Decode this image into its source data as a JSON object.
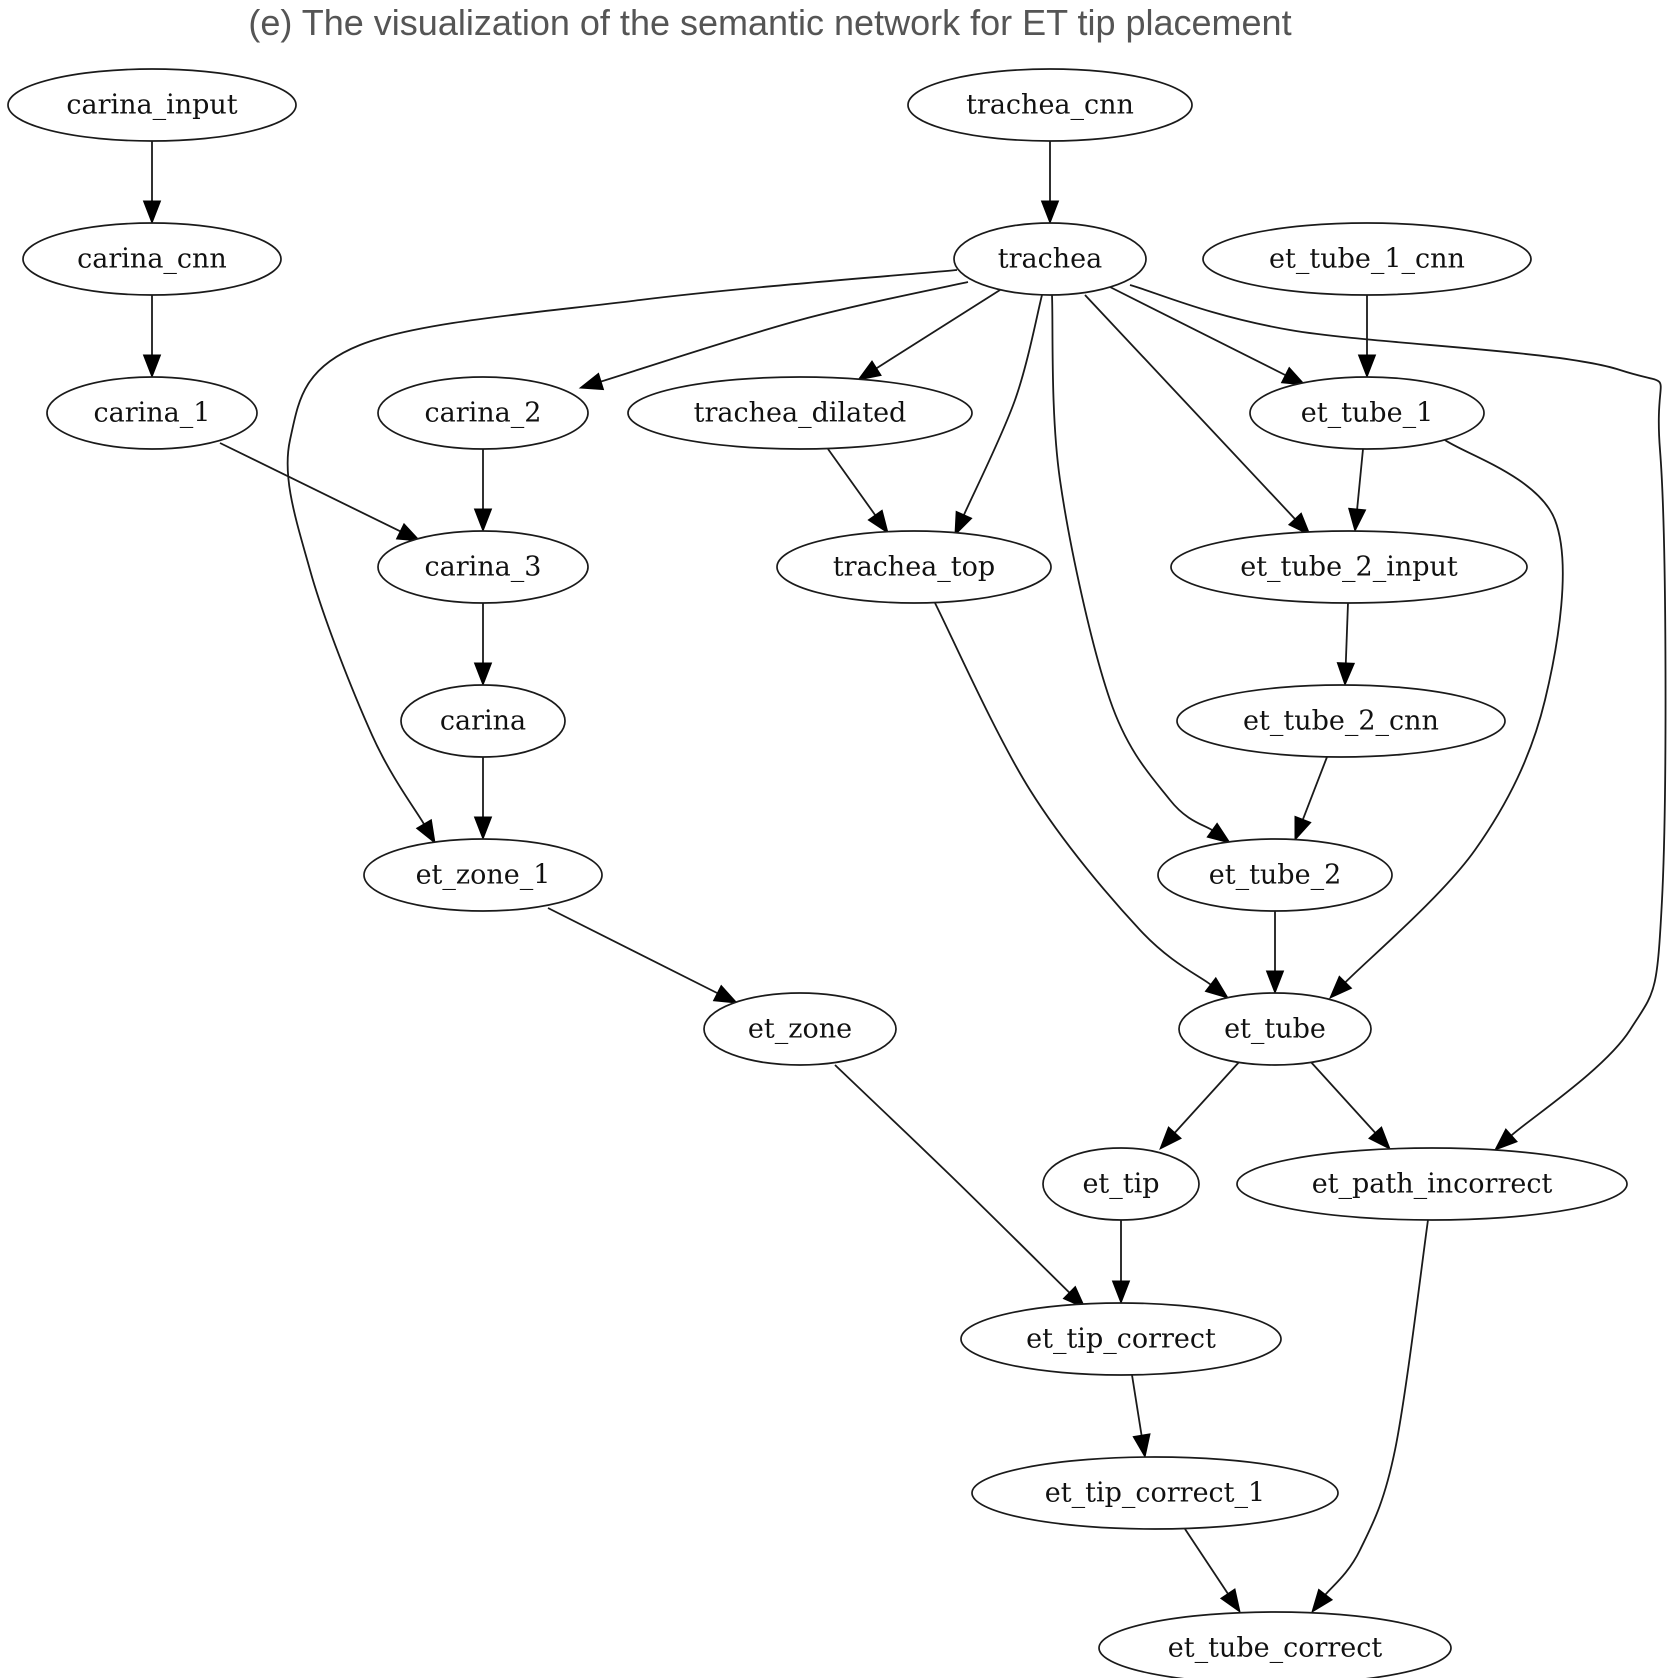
{
  "title": "(e) The visualization of the semantic network for ET tip placement",
  "colors": {
    "title": "#555555",
    "stroke": "#1a1a1a",
    "fill": "#ffffff"
  },
  "nodes": [
    {
      "id": "carina_input",
      "label": "carina_input"
    },
    {
      "id": "carina_cnn",
      "label": "carina_cnn"
    },
    {
      "id": "carina_1",
      "label": "carina_1"
    },
    {
      "id": "carina_2",
      "label": "carina_2"
    },
    {
      "id": "carina_3",
      "label": "carina_3"
    },
    {
      "id": "carina",
      "label": "carina"
    },
    {
      "id": "et_zone_1",
      "label": "et_zone_1"
    },
    {
      "id": "et_zone",
      "label": "et_zone"
    },
    {
      "id": "trachea_cnn",
      "label": "trachea_cnn"
    },
    {
      "id": "trachea",
      "label": "trachea"
    },
    {
      "id": "trachea_dilated",
      "label": "trachea_dilated"
    },
    {
      "id": "trachea_top",
      "label": "trachea_top"
    },
    {
      "id": "et_tube_1_cnn",
      "label": "et_tube_1_cnn"
    },
    {
      "id": "et_tube_1",
      "label": "et_tube_1"
    },
    {
      "id": "et_tube_2_input",
      "label": "et_tube_2_input"
    },
    {
      "id": "et_tube_2_cnn",
      "label": "et_tube_2_cnn"
    },
    {
      "id": "et_tube_2",
      "label": "et_tube_2"
    },
    {
      "id": "et_tube",
      "label": "et_tube"
    },
    {
      "id": "et_tip",
      "label": "et_tip"
    },
    {
      "id": "et_path_incorrect",
      "label": "et_path_incorrect"
    },
    {
      "id": "et_tip_correct",
      "label": "et_tip_correct"
    },
    {
      "id": "et_tip_correct_1",
      "label": "et_tip_correct_1"
    },
    {
      "id": "et_tube_correct",
      "label": "et_tube_correct"
    }
  ],
  "edges": [
    {
      "from": "carina_input",
      "to": "carina_cnn"
    },
    {
      "from": "carina_cnn",
      "to": "carina_1"
    },
    {
      "from": "carina_1",
      "to": "carina_3"
    },
    {
      "from": "carina_2",
      "to": "carina_3"
    },
    {
      "from": "carina_3",
      "to": "carina"
    },
    {
      "from": "carina",
      "to": "et_zone_1"
    },
    {
      "from": "et_zone_1",
      "to": "et_zone"
    },
    {
      "from": "et_zone",
      "to": "et_tip_correct"
    },
    {
      "from": "trachea_cnn",
      "to": "trachea"
    },
    {
      "from": "trachea",
      "to": "et_zone_1"
    },
    {
      "from": "trachea",
      "to": "carina_2"
    },
    {
      "from": "trachea",
      "to": "trachea_dilated"
    },
    {
      "from": "trachea",
      "to": "trachea_top"
    },
    {
      "from": "trachea",
      "to": "et_tube_2"
    },
    {
      "from": "trachea",
      "to": "et_tube_2_input"
    },
    {
      "from": "trachea",
      "to": "et_tube_1"
    },
    {
      "from": "trachea",
      "to": "et_path_incorrect"
    },
    {
      "from": "trachea_dilated",
      "to": "trachea_top"
    },
    {
      "from": "trachea_top",
      "to": "et_tube"
    },
    {
      "from": "et_tube_1_cnn",
      "to": "et_tube_1"
    },
    {
      "from": "et_tube_1",
      "to": "et_tube_2_input"
    },
    {
      "from": "et_tube_1",
      "to": "et_tube"
    },
    {
      "from": "et_tube_2_input",
      "to": "et_tube_2_cnn"
    },
    {
      "from": "et_tube_2_cnn",
      "to": "et_tube_2"
    },
    {
      "from": "et_tube_2",
      "to": "et_tube"
    },
    {
      "from": "et_tube",
      "to": "et_tip"
    },
    {
      "from": "et_tube",
      "to": "et_path_incorrect"
    },
    {
      "from": "et_tip",
      "to": "et_tip_correct"
    },
    {
      "from": "et_tip_correct",
      "to": "et_tip_correct_1"
    },
    {
      "from": "et_tip_correct_1",
      "to": "et_tube_correct"
    },
    {
      "from": "et_path_incorrect",
      "to": "et_tube_correct"
    }
  ]
}
